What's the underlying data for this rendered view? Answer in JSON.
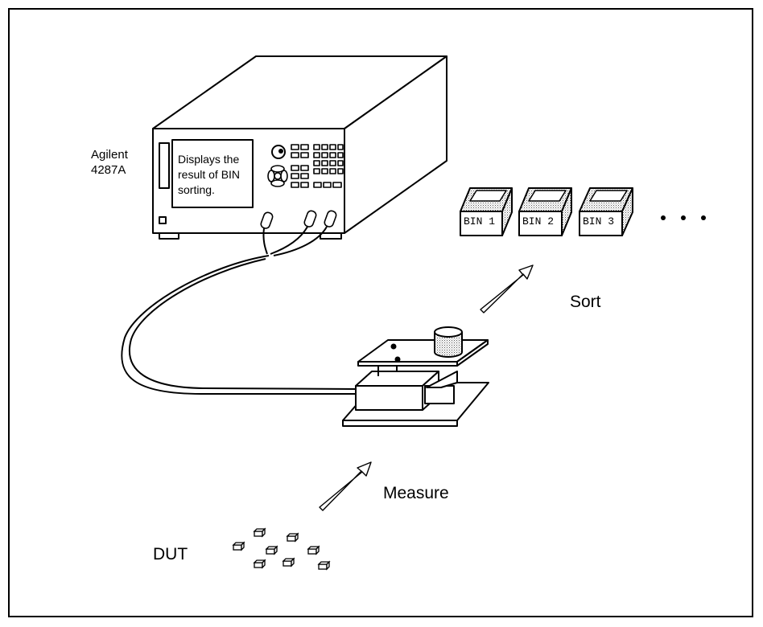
{
  "instrument": {
    "name_line1": "Agilent",
    "name_line2": "4287A",
    "display_text": "Displays the result of BIN sorting."
  },
  "bins": [
    {
      "label": "BIN 1"
    },
    {
      "label": "BIN 2"
    },
    {
      "label": "BIN 3"
    }
  ],
  "steps": {
    "sort": "Sort",
    "measure": "Measure"
  },
  "dut_label": "DUT",
  "colors": {
    "line": "#000000",
    "background": "#ffffff",
    "stipple": "#9a9a9a"
  }
}
